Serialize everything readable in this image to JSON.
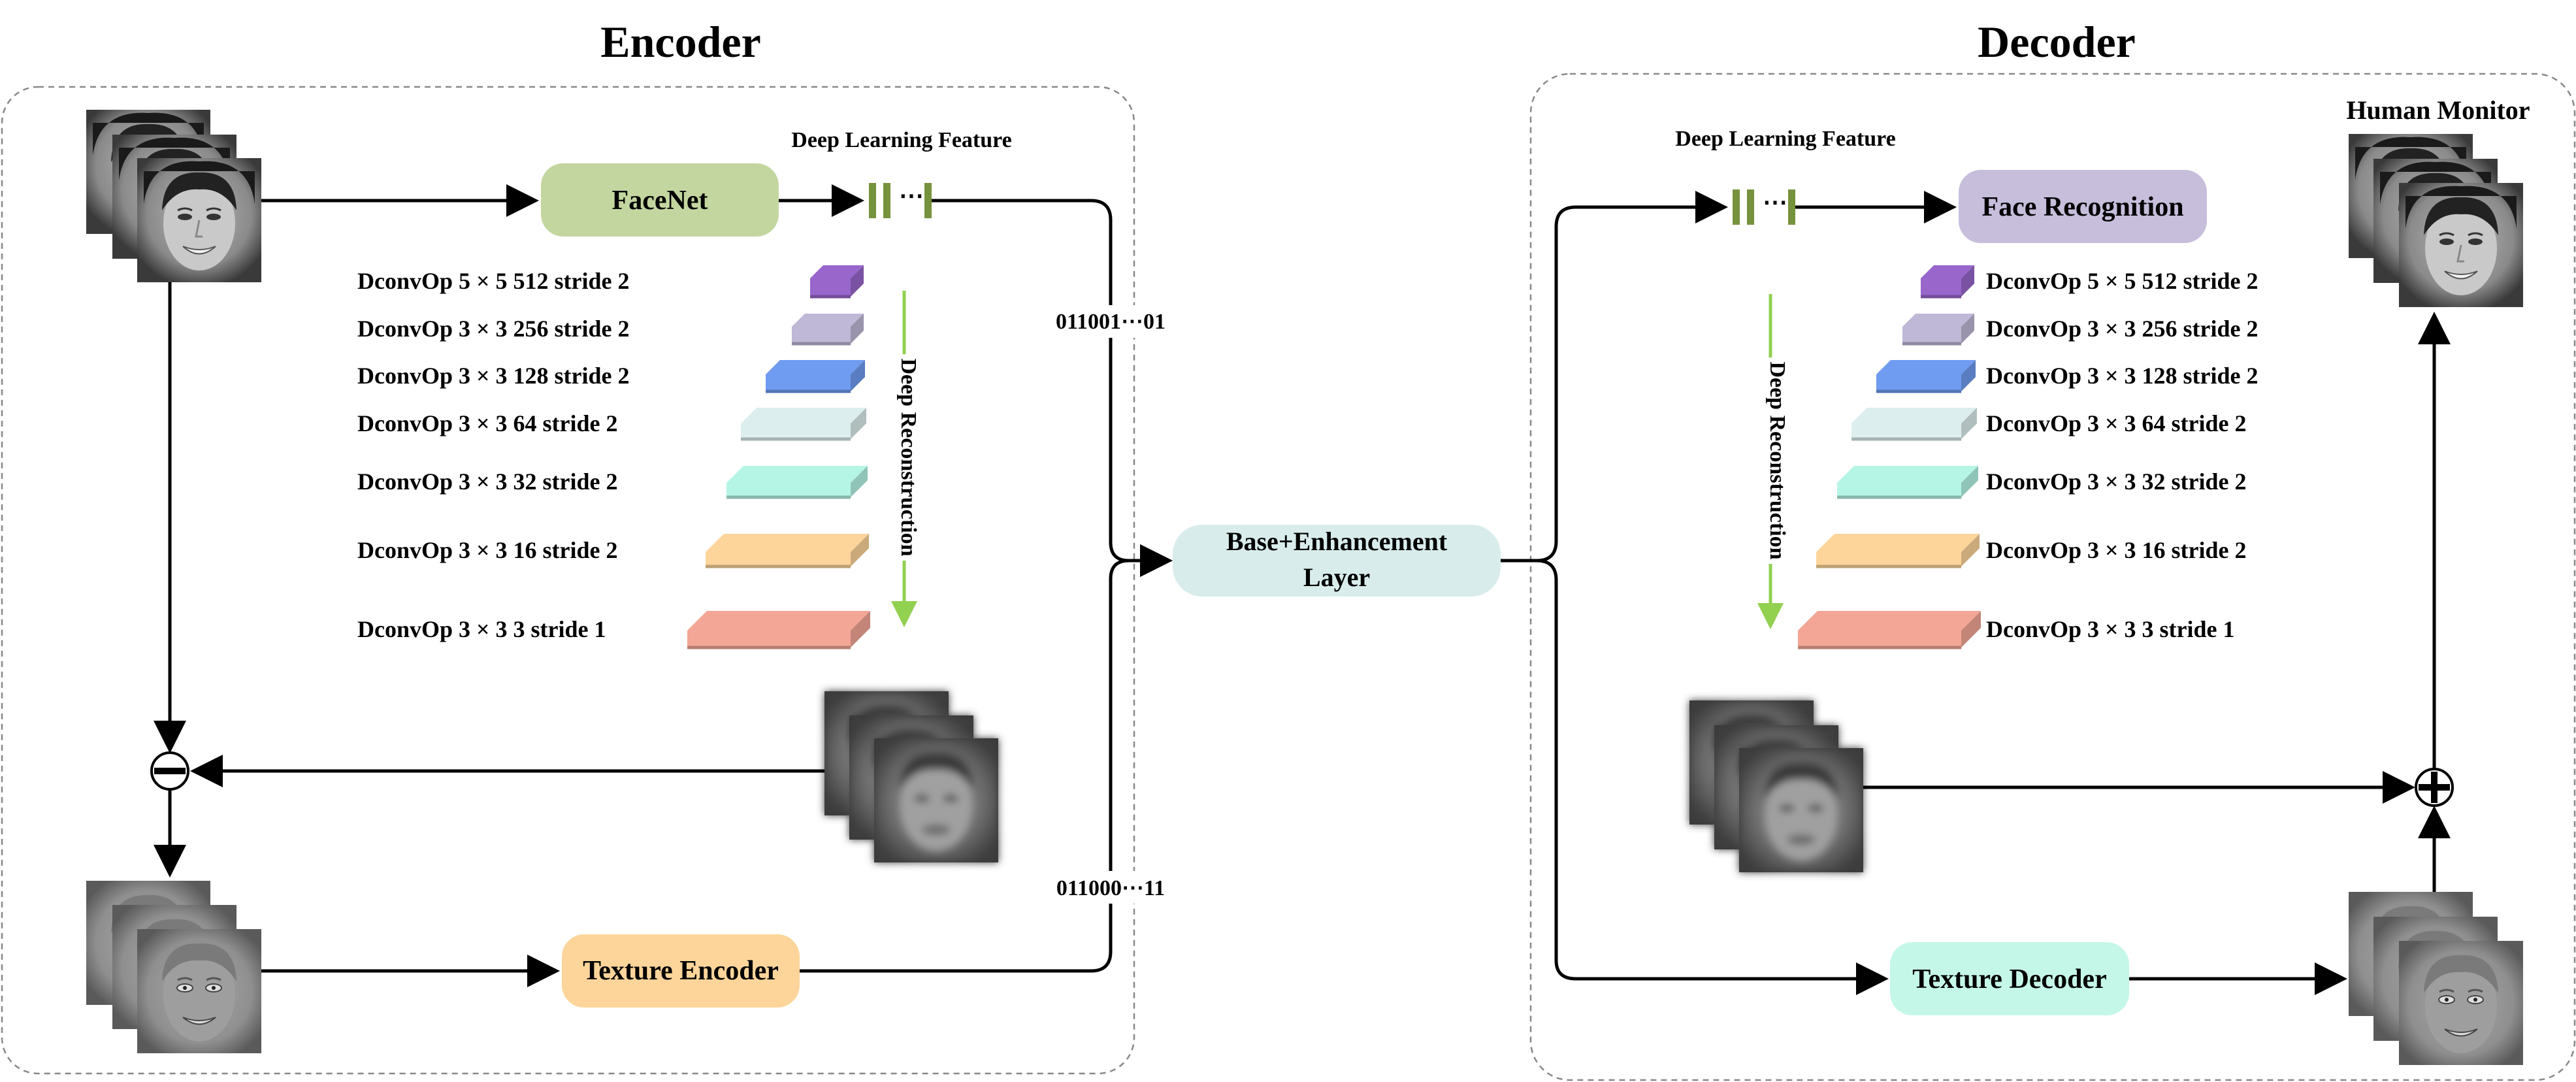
{
  "encoder": {
    "title": "Encoder",
    "facenet_label": "FaceNet",
    "dl_feature_label": "Deep Learning Feature",
    "bitstream_top": "011001⋯01",
    "bitstream_bottom": "011000⋯11",
    "texture_label": "Texture Encoder",
    "deep_recon_label": "Deep Reconstruction",
    "layers": [
      {
        "op": "DconvOp",
        "kernel": "5 × 5",
        "channels": "512",
        "stride": "stride 2"
      },
      {
        "op": "DconvOp",
        "kernel": "3 × 3",
        "channels": "256",
        "stride": "stride 2"
      },
      {
        "op": "DconvOp",
        "kernel": "3 × 3",
        "channels": "128",
        "stride": "stride 2"
      },
      {
        "op": "DconvOp",
        "kernel": "3 × 3",
        "channels": "64",
        "stride": "stride 2"
      },
      {
        "op": "DconvOp",
        "kernel": "3 × 3",
        "channels": "32",
        "stride": "stride 2"
      },
      {
        "op": "DconvOp",
        "kernel": "3 × 3",
        "channels": "16",
        "stride": "stride 2"
      },
      {
        "op": "DconvOp",
        "kernel": "3 × 3",
        "channels": "3",
        "stride": "stride 1"
      }
    ]
  },
  "center": {
    "line1": "Base+Enhancement",
    "line2": "Layer"
  },
  "decoder": {
    "title": "Decoder",
    "dl_feature_label": "Deep Learning Feature",
    "face_recognition_label": "Face Recognition",
    "human_monitor_label": "Human Monitor",
    "texture_label": "Texture Decoder",
    "deep_recon_label": "Deep Reconstruction",
    "layers": [
      {
        "op": "DconvOp",
        "kernel": "5 × 5",
        "channels": "512",
        "stride": "stride 2"
      },
      {
        "op": "DconvOp",
        "kernel": "3 × 3",
        "channels": "256",
        "stride": "stride 2"
      },
      {
        "op": "DconvOp",
        "kernel": "3 × 3",
        "channels": "128",
        "stride": "stride 2"
      },
      {
        "op": "DconvOp",
        "kernel": "3 × 3",
        "channels": "64",
        "stride": "stride 2"
      },
      {
        "op": "DconvOp",
        "kernel": "3 × 3",
        "channels": "32",
        "stride": "stride 2"
      },
      {
        "op": "DconvOp",
        "kernel": "3 × 3",
        "channels": "16",
        "stride": "stride 2"
      },
      {
        "op": "DconvOp",
        "kernel": "3 × 3",
        "channels": "3",
        "stride": "stride 1"
      }
    ]
  },
  "colors": {
    "facenet": "#c4d6a0",
    "face_recognition": "#c6bedb",
    "texture_encoder": "#fdd59a",
    "texture_decoder": "#c5f7e8",
    "center_block": "#d9ecec",
    "feature_bar": "#76923c",
    "green_arrow": "#92d050",
    "layer_colors": [
      "#9966cc",
      "#bfb8d6",
      "#6f9cf0",
      "#dcefee",
      "#b5f5e6",
      "#fdd59a",
      "#f4a696"
    ]
  }
}
